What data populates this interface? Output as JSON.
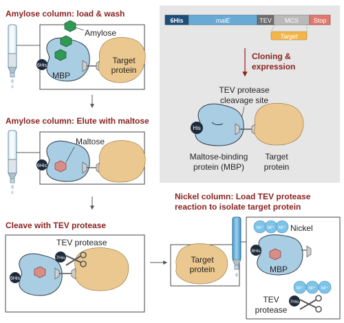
{
  "steps": {
    "step1_title": "Amylose column: load & wash",
    "step2_title": "Amylose column: Elute with maltose",
    "step3_title": "Cleave with TEV protease",
    "step4_title_line1": "Nickel column: Load TEV protease",
    "step4_title_line2": "reaction to isolate target protein"
  },
  "construct": {
    "his_tag": "6His",
    "male": "malE",
    "tev": "TEV",
    "mcs": "MCS",
    "stop": "Stop",
    "target": "Target"
  },
  "cloning": {
    "line1": "Cloning &",
    "line2": "expression"
  },
  "fusion": {
    "cleavage_line1": "TEV protease",
    "cleavage_line2": "cleavage site",
    "his": "His",
    "mbp_line1": "Maltose-binding",
    "mbp_line2": "protein (MBP)",
    "target_line1": "Target",
    "target_line2": "protein"
  },
  "labels": {
    "amylose": "Amylose",
    "maltose": "Maltose",
    "mbp": "MBP",
    "six_his": "6His",
    "seven_his": "7His",
    "eight_his": "8His",
    "target_line1": "Target",
    "target_line2": "protein",
    "tev_protease": "TEV protease",
    "tev_line1": "TEV",
    "tev_line2": "protease",
    "nickel": "Nickel",
    "ni": "Ni²⁺"
  },
  "colors": {
    "mbp_blue": "#a9cde3",
    "target_tan": "#eac88f",
    "amylose_green": "#2f9a55",
    "maltose_pink": "#d98d86",
    "his_dark": "#1c2a3a",
    "heading_red": "#8a1f1f",
    "panel_gray": "#e6e6e6",
    "nickel_blue": "#7fc4e6"
  }
}
